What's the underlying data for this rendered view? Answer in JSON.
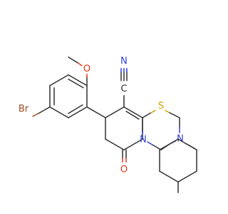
{
  "molecule": {
    "atoms": {
      "br": "Br",
      "o_methoxy": "O",
      "o_carbonyl": "O",
      "n_nitrile": "N",
      "c_nitrile": "C",
      "s_ring": "S",
      "n_ring_a": "N",
      "n_ring_b": "N"
    }
  },
  "colors": {
    "bond": "#303030",
    "Br": "#9a4a20",
    "O": "#e8351b",
    "N": "#2f3fd8",
    "S": "#c9a400",
    "C": "#303030"
  }
}
